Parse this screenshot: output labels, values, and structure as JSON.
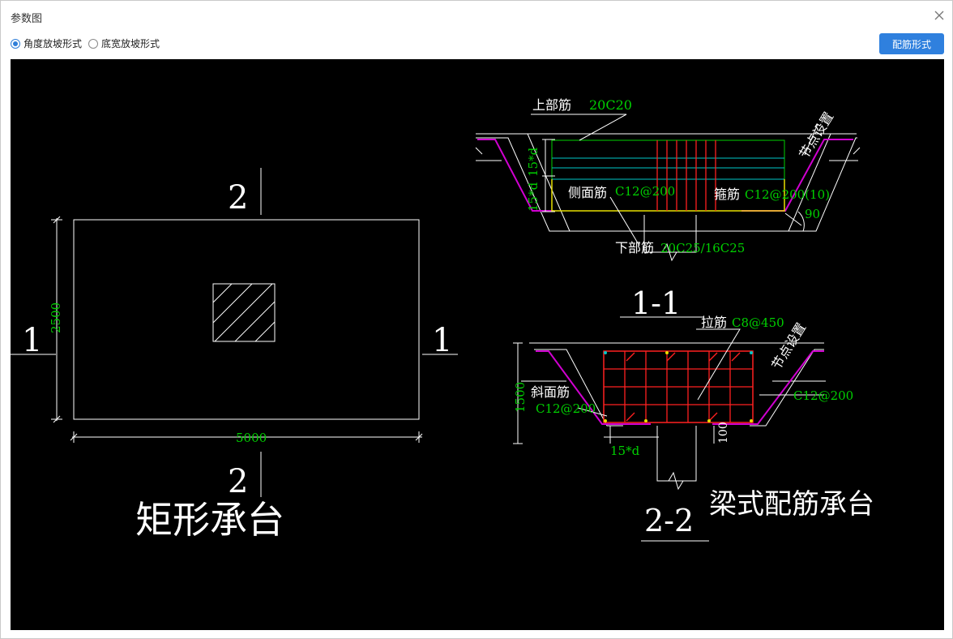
{
  "window": {
    "title": "参数图",
    "close_icon": "close-icon"
  },
  "options": {
    "radio1": {
      "label": "角度放坡形式",
      "checked": true
    },
    "radio2": {
      "label": "底宽放坡形式",
      "checked": false
    }
  },
  "toolbar": {
    "rebar_mode_button": "配筋形式"
  },
  "colors": {
    "accent": "#2f80de",
    "canvas_bg": "#000000",
    "dim_green": "#00d000",
    "rebar_red": "#ff2020",
    "magenta": "#d000d0",
    "cyan": "#00c8c8",
    "yellow": "#e8e000"
  },
  "drawing": {
    "left": {
      "cut_top": "2",
      "cut_bottom": "2",
      "cut_left": "1",
      "cut_right": "1",
      "dim_height": "2500",
      "dim_width": "5000",
      "caption": "矩形承台"
    },
    "section11": {
      "top_bar_label": "上部筋",
      "top_bar_value": "20C20",
      "anchor_label_1": "15*d",
      "anchor_label_2": "15*d",
      "node_label": "节点设置",
      "side_bar_label": "侧面筋",
      "side_bar_value": "C12@200",
      "stirrup_label": "箍筋",
      "stirrup_value": "C12@200(10)",
      "angle_value": "90",
      "bottom_bar_label": "下部筋",
      "bottom_bar_value": "20C25/16C25",
      "title": "1-1"
    },
    "section22": {
      "tie_label": "拉筋",
      "tie_value": "C8@450",
      "node_label": "节点设置",
      "slope_bar_label": "斜面筋",
      "slope_bar_value": "C12@200",
      "right_value": "C12@200",
      "dim_height": "1500",
      "dim_anchor": "15*d",
      "dim_100": "100",
      "title": "2-2",
      "caption": "梁式配筋承台"
    }
  }
}
